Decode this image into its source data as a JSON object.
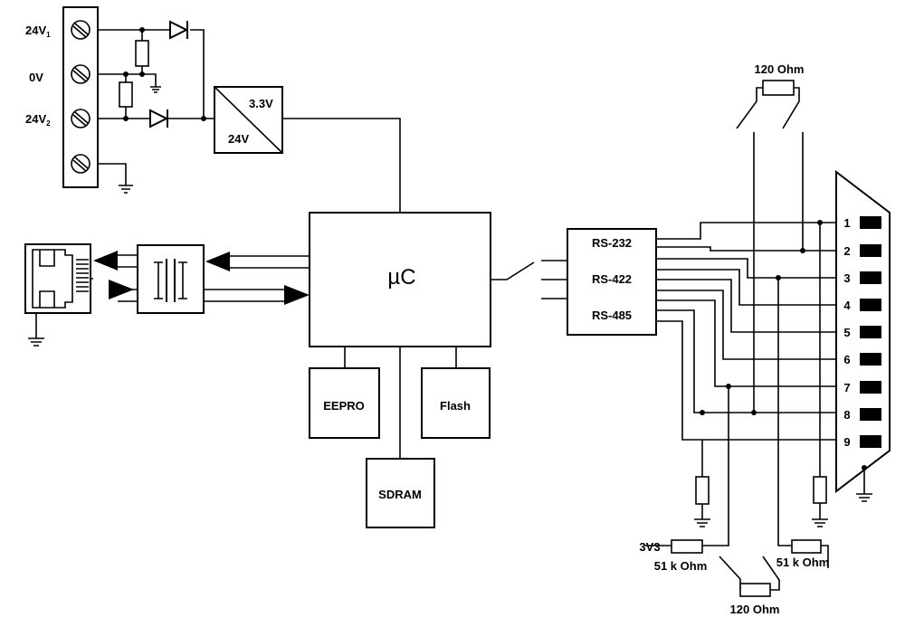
{
  "power": {
    "t1": "24V",
    "t1_sub": "1",
    "t2": "0V",
    "t3": "24V",
    "t3_sub": "2"
  },
  "converter": {
    "out": "3.3V",
    "in": "24V"
  },
  "mcu": {
    "label": "µC"
  },
  "memory": {
    "eeprom": "EEPRO",
    "flash": "Flash",
    "sdram": "SDRAM"
  },
  "serial": {
    "rs232": "RS-232",
    "rs422": "RS-422",
    "rs485": "RS-485"
  },
  "termination": {
    "top": "120 Ohm",
    "bottom": "120 Ohm",
    "left_pull": "51 k Ohm",
    "right_pull": "51 k Ohm",
    "supply": "3V3"
  },
  "connector": {
    "pins": [
      "1",
      "2",
      "3",
      "4",
      "5",
      "6",
      "7",
      "8",
      "9"
    ]
  },
  "colors": {
    "line": "#000000",
    "background": "#ffffff"
  }
}
